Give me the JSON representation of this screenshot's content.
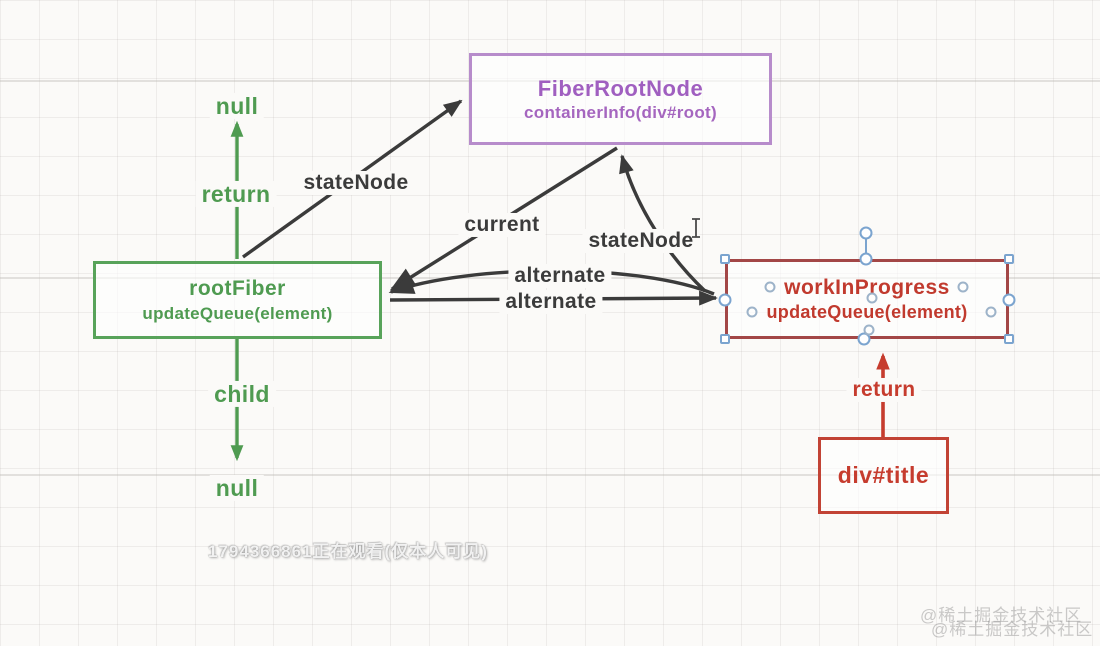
{
  "app": {
    "type": "whiteboard-diagram-canvas"
  },
  "colors": {
    "canvas_bg": "#fbfaf8",
    "purple_border": "#b78ccb",
    "purple_text": "#a05fc0",
    "green": "#4f9b51",
    "green_border": "#58a35a",
    "red_text": "#c63c2e",
    "maroon_border": "#a34747",
    "black_arrow": "#3b3b3b",
    "handle_blue": "#7ba4cf"
  },
  "nodes": {
    "fiberRootNode": {
      "title": "FiberRootNode",
      "subtitle": "containerInfo(div#root)"
    },
    "rootFiber": {
      "title": "rootFiber",
      "subtitle": "updateQueue(element)"
    },
    "workInProgress": {
      "title": "workInProgress",
      "subtitle": "updateQueue(element)"
    },
    "divTitle": {
      "title": "div#title"
    }
  },
  "edgeLabels": {
    "nullTop": "null",
    "returnLeft": "return",
    "stateNodeLeft": "stateNode",
    "current": "current",
    "stateNodeRight": "stateNode",
    "alternateTop": "alternate",
    "alternateBottom": "alternate",
    "child": "child",
    "nullBottom": "null",
    "returnRight": "return"
  },
  "watermarks": {
    "viewer": "1794366861正在观看(仅本人可见)",
    "brand1": "@稀土掘金技术社区",
    "brand2": "@稀土掘金技术社区"
  }
}
